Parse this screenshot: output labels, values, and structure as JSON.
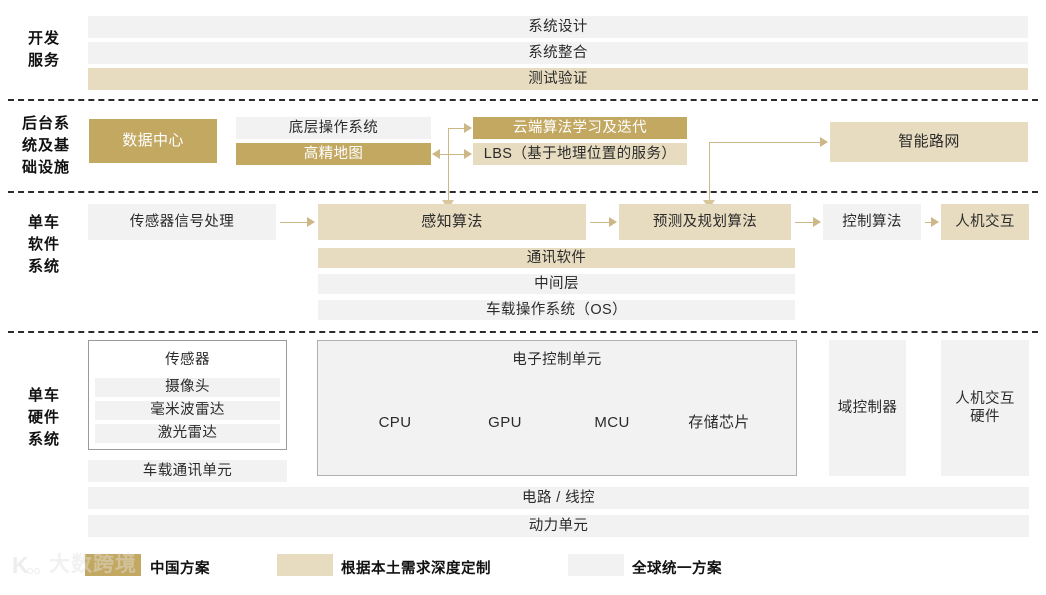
{
  "colors": {
    "china_solution": "#c3a862",
    "local_custom": "#e7dcc0",
    "global_unified": "#f2f2f2",
    "connector": "#cdb787",
    "separator": "#2b2b2b"
  },
  "rows": {
    "dev_service": {
      "label": "开发\n服务",
      "label_lines": [
        "开发",
        "服务"
      ],
      "bars": [
        {
          "text": "系统设计",
          "fill": "global_unified"
        },
        {
          "text": "系统整合",
          "fill": "global_unified"
        },
        {
          "text": "测试验证",
          "fill": "local_custom"
        }
      ]
    },
    "backend": {
      "label_lines": [
        "后台系",
        "统及基",
        "础设施"
      ],
      "boxes": [
        {
          "text": "数据中心",
          "fill": "china_solution"
        },
        {
          "text": "底层操作系统",
          "fill": "global_unified"
        },
        {
          "text": "高精地图",
          "fill": "china_solution"
        },
        {
          "text": "云端算法学习及迭代",
          "fill": "china_solution"
        },
        {
          "text": "LBS（基于地理位置的服务）",
          "fill": "local_custom"
        },
        {
          "text": "智能路网",
          "fill": "local_custom"
        }
      ]
    },
    "software": {
      "label_lines": [
        "单车",
        "软件",
        "系统"
      ],
      "pipeline": [
        {
          "text": "传感器信号处理",
          "fill": "global_unified"
        },
        {
          "text": "感知算法",
          "fill": "local_custom"
        },
        {
          "text": "预测及规划算法",
          "fill": "local_custom"
        },
        {
          "text": "控制算法",
          "fill": "global_unified"
        },
        {
          "text": "人机交互",
          "fill": "local_custom"
        }
      ],
      "stack": [
        {
          "text": "通讯软件",
          "fill": "local_custom"
        },
        {
          "text": "中间层",
          "fill": "global_unified"
        },
        {
          "text": "车载操作系统（OS）",
          "fill": "global_unified"
        }
      ]
    },
    "hardware": {
      "label_lines": [
        "单车",
        "硬件",
        "系统"
      ],
      "sensor_group": {
        "title": "传感器",
        "items": [
          {
            "text": "摄像头",
            "fill": "global_unified"
          },
          {
            "text": "毫米波雷达",
            "fill": "global_unified"
          },
          {
            "text": "激光雷达",
            "fill": "global_unified"
          }
        ]
      },
      "telematics": {
        "text": "车载通讯单元",
        "fill": "global_unified"
      },
      "ecu_group": {
        "title": "电子控制单元",
        "chips": [
          "CPU",
          "GPU",
          "MCU",
          "存储芯片"
        ]
      },
      "side_boxes": [
        {
          "text": "域控制器",
          "fill": "global_unified"
        },
        {
          "text": "人机交互\n硬件",
          "lines": [
            "人机交互",
            "硬件"
          ],
          "fill": "global_unified"
        }
      ],
      "bottom_bars": [
        {
          "text": "电路 / 线控",
          "fill": "global_unified"
        },
        {
          "text": "动力单元",
          "fill": "global_unified"
        }
      ]
    }
  },
  "legend": {
    "items": [
      {
        "label": "中国方案",
        "fill": "china_solution"
      },
      {
        "label": "根据本土需求深度定制",
        "fill": "local_custom"
      },
      {
        "label": "全球统一方案",
        "fill": "global_unified"
      }
    ]
  },
  "watermark": {
    "text": "大数跨境"
  }
}
